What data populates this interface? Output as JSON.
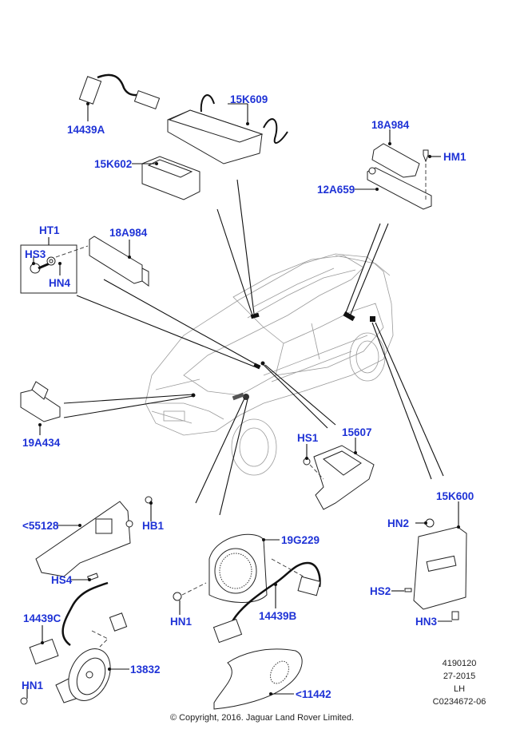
{
  "diagram": {
    "title": "Vehicle electrical components exploded view",
    "label_color": "#1f33d6",
    "callouts": [
      {
        "id": "14439A",
        "text": "14439A"
      },
      {
        "id": "15K609",
        "text": "15K609"
      },
      {
        "id": "15K602",
        "text": "15K602"
      },
      {
        "id": "18A984_right",
        "text": "18A984"
      },
      {
        "id": "HM1",
        "text": "HM1"
      },
      {
        "id": "12A659",
        "text": "12A659"
      },
      {
        "id": "HT1",
        "text": "HT1"
      },
      {
        "id": "HS3",
        "text": "HS3"
      },
      {
        "id": "HN4",
        "text": "HN4"
      },
      {
        "id": "18A984_left",
        "text": "18A984"
      },
      {
        "id": "19A434",
        "text": "19A434"
      },
      {
        "id": "HS1",
        "text": "HS1"
      },
      {
        "id": "15607",
        "text": "15607"
      },
      {
        "id": "15K600",
        "text": "15K600"
      },
      {
        "id": "HN2",
        "text": "HN2"
      },
      {
        "id": "HS2",
        "text": "HS2"
      },
      {
        "id": "HN3",
        "text": "HN3"
      },
      {
        "id": "55128",
        "text": "<55128"
      },
      {
        "id": "HB1",
        "text": "HB1"
      },
      {
        "id": "HS4",
        "text": "HS4"
      },
      {
        "id": "19G229",
        "text": "19G229"
      },
      {
        "id": "HN1_mid",
        "text": "HN1"
      },
      {
        "id": "14439B",
        "text": "14439B"
      },
      {
        "id": "14439C",
        "text": "14439C"
      },
      {
        "id": "13832",
        "text": "13832"
      },
      {
        "id": "HN1_left",
        "text": "HN1"
      },
      {
        "id": "11442",
        "text": "<11442"
      }
    ]
  },
  "meta": {
    "number": "4190120",
    "date": "27-2015",
    "side": "LH",
    "code": "C0234672-06"
  },
  "copyright": "© Copyright, 2016. Jaguar Land Rover Limited."
}
